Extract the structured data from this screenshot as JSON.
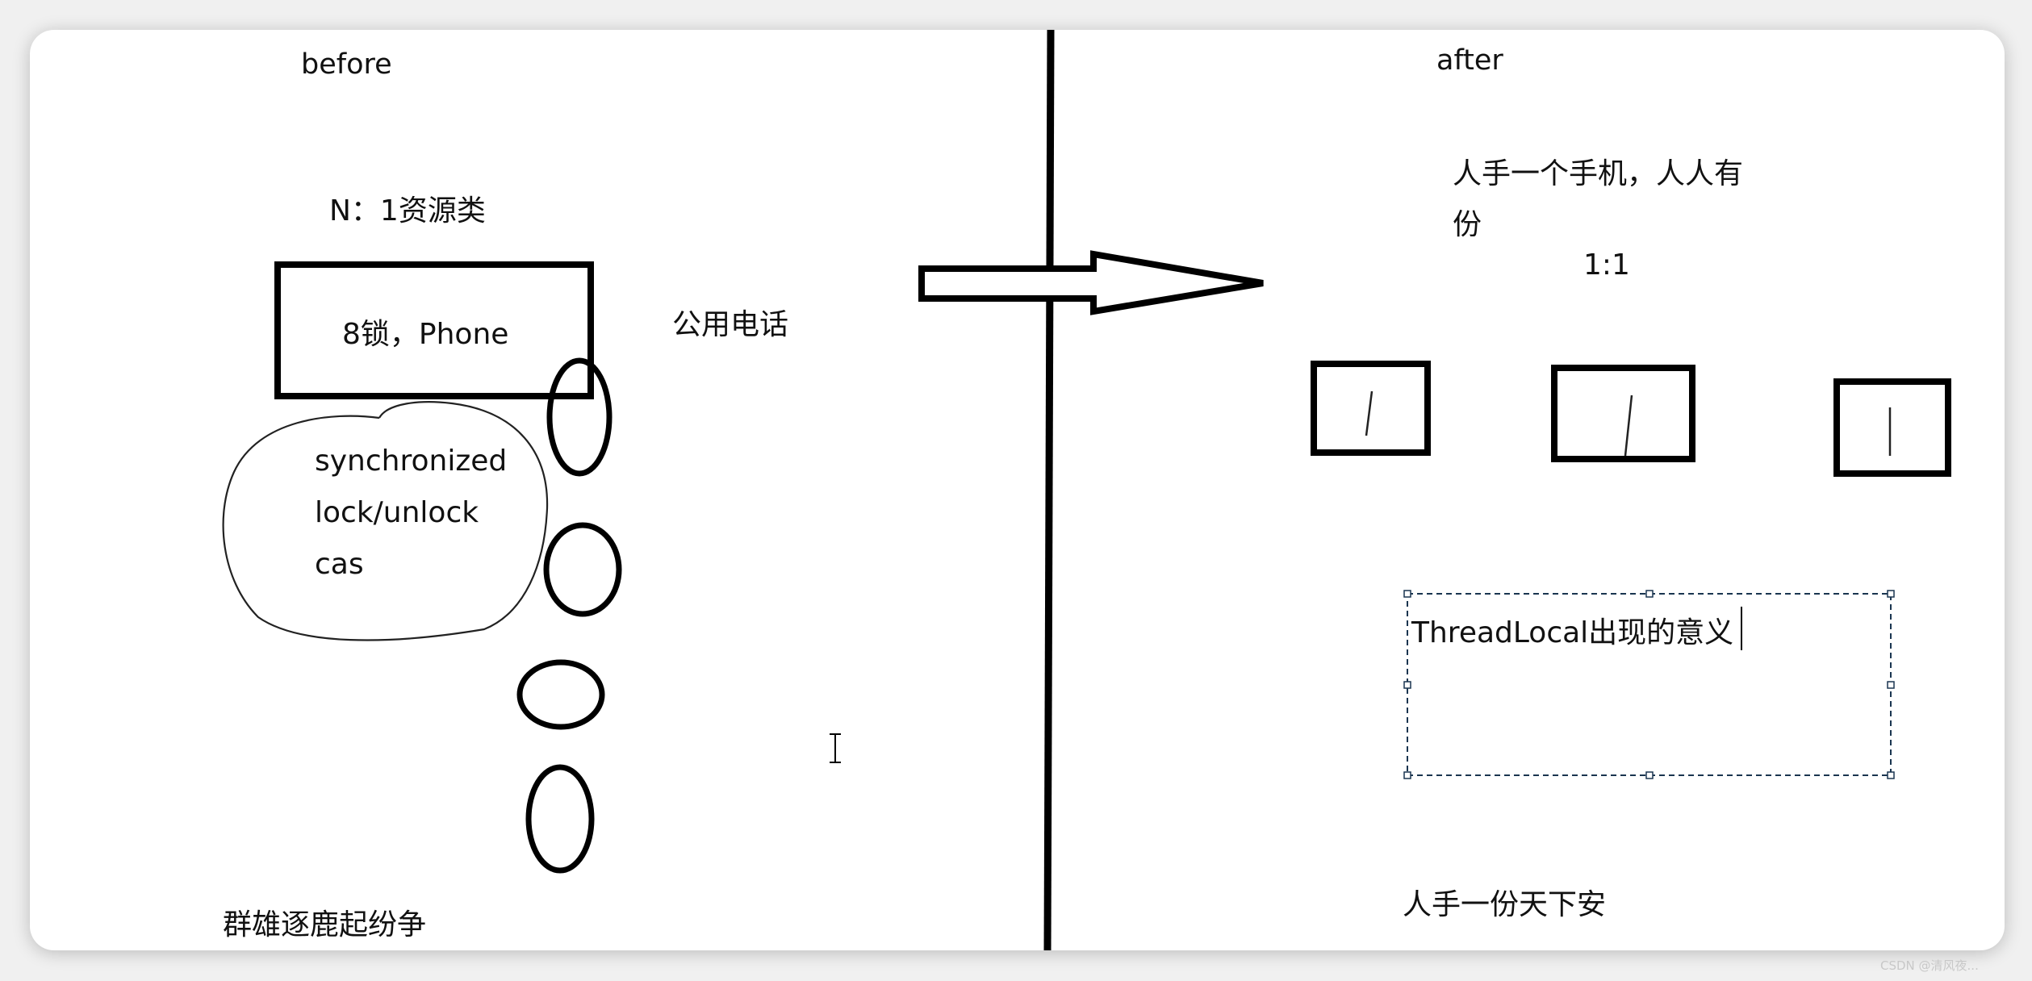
{
  "left": {
    "title": "before",
    "ratio_label": "N：1资源类",
    "box_label": "8锁，Phone",
    "phone_label": "公用电话",
    "locks": [
      "synchronized",
      "lock/unlock",
      "cas"
    ],
    "footer": "群雄逐鹿起纷争"
  },
  "right": {
    "title": "after",
    "desc_line1": "人手一个手机，人人有",
    "desc_line2": "份",
    "ratio_label": "1:1",
    "textbox": "ThreadLocal出现的意义",
    "footer": "人手一份天下安"
  },
  "watermark": "CSDN @清风夜...",
  "colors": {
    "ink": "#000000",
    "background": "#ffffff",
    "selection": "#1a3550"
  }
}
